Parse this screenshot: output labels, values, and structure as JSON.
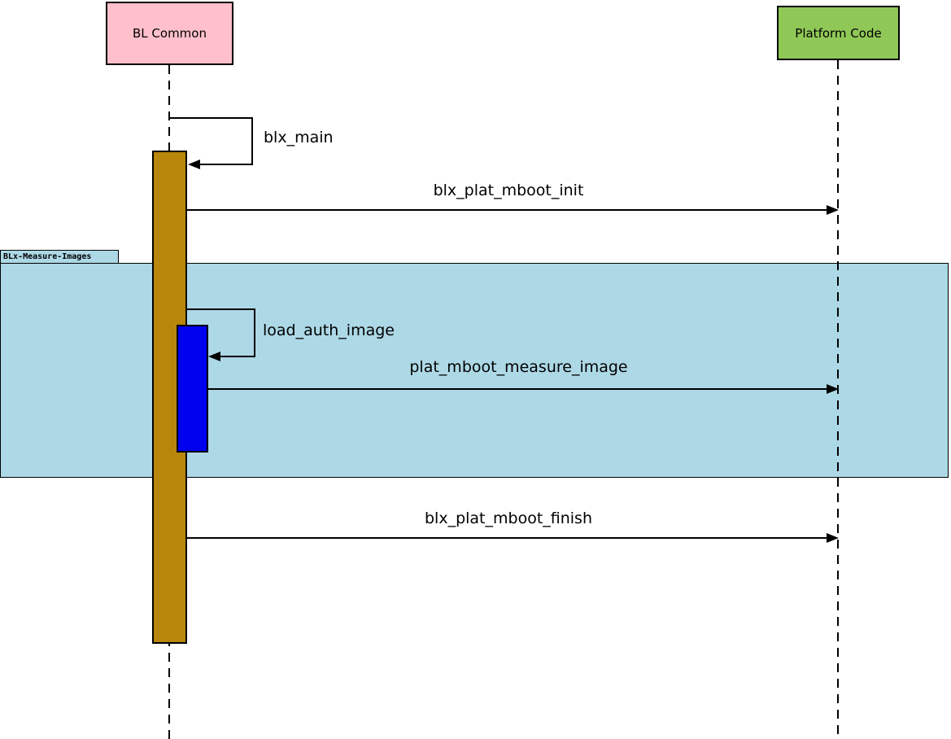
{
  "colors": {
    "participant-bl": "#FFC0CB",
    "participant-pc": "#90C858",
    "activation": "#B8860B",
    "nested-activation": "#0000EE",
    "frame-fill": "#ADD8E6"
  },
  "diagram": {
    "type": "sequence",
    "participants": [
      {
        "name": "BL Common"
      },
      {
        "name": "Platform Code"
      }
    ],
    "frame": {
      "label": "BLx-Measure-Images"
    },
    "messages": [
      {
        "label": "blx_main",
        "kind": "self-call",
        "from": "BL Common",
        "to": "BL Common"
      },
      {
        "label": "blx_plat_mboot_init",
        "kind": "message",
        "from": "BL Common",
        "to": "Platform Code"
      },
      {
        "label": "load_auth_image",
        "kind": "self-call",
        "from": "BL Common",
        "to": "BL Common",
        "in_frame": "BLx-Measure-Images"
      },
      {
        "label": "plat_mboot_measure_image",
        "kind": "message",
        "from": "BL Common",
        "to": "Platform Code",
        "in_frame": "BLx-Measure-Images"
      },
      {
        "label": "blx_plat_mboot_finish",
        "kind": "message",
        "from": "BL Common",
        "to": "Platform Code"
      }
    ]
  }
}
